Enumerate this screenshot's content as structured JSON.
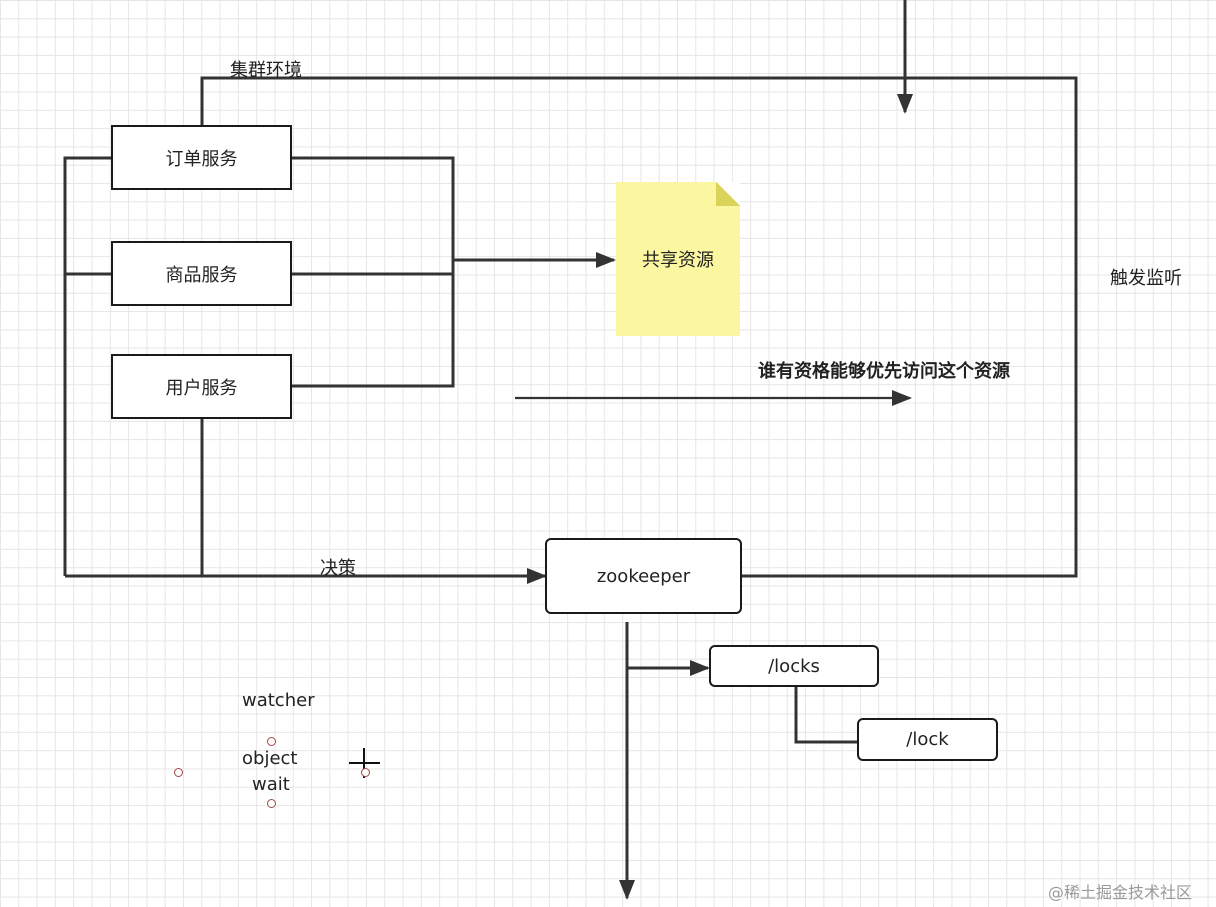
{
  "diagram": {
    "cluster_label": "集群环境",
    "order_service": "订单服务",
    "product_service": "商品服务",
    "user_service": "用户服务",
    "shared_resource": "共享资源",
    "question": "谁有资格能够优先访问这个资源",
    "trigger_listen": "触发监听",
    "decision": "决策",
    "zookeeper": "zookeeper",
    "locks_node": "/locks",
    "lock_node": "/lock",
    "watcher_text": "watcher",
    "object_text": "object",
    "wait_text": "wait"
  },
  "watermark": "@稀土掘金技术社区",
  "colors": {
    "line": "#333333",
    "note_fill": "#fbf7a0",
    "grid": "#e6e6e6"
  },
  "icons": {
    "cursor": "crosshair-icon",
    "handles": "selection-handle-icon"
  }
}
